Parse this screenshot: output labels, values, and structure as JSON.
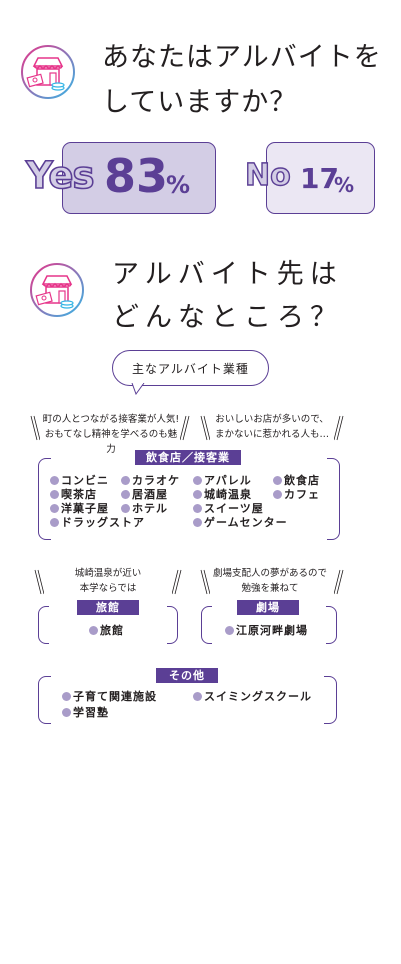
{
  "section1": {
    "title_line1": "あなたはアルバイトを",
    "title_line2": "していますか？",
    "yes_label": "Yes",
    "yes_number": "83",
    "yes_unit": "%",
    "no_label": "No",
    "no_number": "17",
    "no_unit": "%"
  },
  "section2": {
    "title_line1": "アルバイト先は",
    "title_line2": "どんなところ？",
    "bubble_text": "主なアルバイト業種",
    "food": {
      "note_left_line1": "町の人とつながる接客業が人気!",
      "note_left_line2": "おもてなし精神を学べるのも魅力",
      "note_right_line1": "おいしいお店が多いので、",
      "note_right_line2": "まかないに惹かれる人も…",
      "label": "飲食店／接客業",
      "items": [
        "コンビニ",
        "カラオケ",
        "アパレル",
        "飲食店",
        "喫茶店",
        "居酒屋",
        "城崎温泉",
        "カフェ",
        "洋菓子屋",
        "ホテル",
        "スイーツ屋",
        "ドラッグストア",
        "ゲームセンター"
      ]
    },
    "ryokan": {
      "note_line1": "城崎温泉が近い",
      "note_line2": "本学ならでは",
      "label": "旅館",
      "items": [
        "旅館"
      ]
    },
    "theater": {
      "note_line1": "劇場支配人の夢があるので",
      "note_line2": "勉強を兼ねて",
      "label": "劇場",
      "items": [
        "江原河畔劇場"
      ]
    },
    "other": {
      "label": "その他",
      "items": [
        "子育て関連施設",
        "スイミングスクール",
        "学習塾"
      ]
    }
  },
  "colors": {
    "accent": "#5b3f95",
    "light": "#d3cde5",
    "lighter": "#ebe7f3",
    "dot": "#a99cc9",
    "icon_pink": "#e6358a",
    "icon_blue": "#35b6e6"
  }
}
